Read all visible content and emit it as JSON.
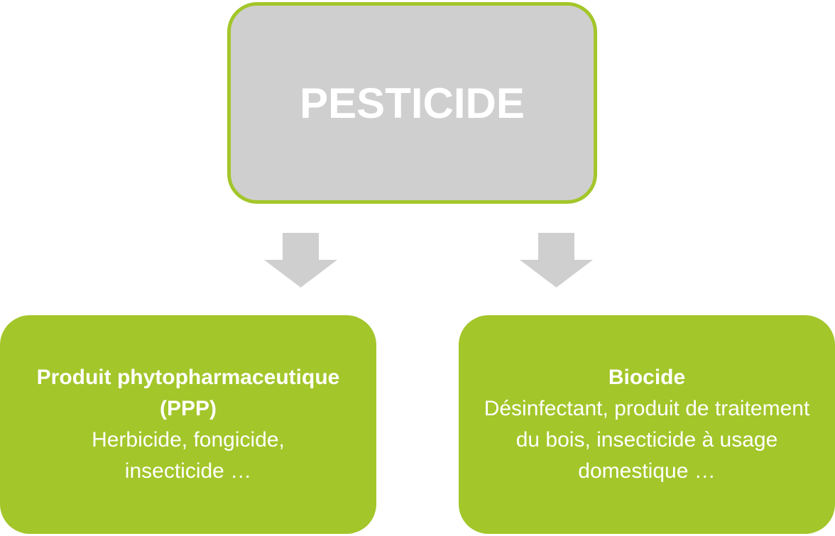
{
  "diagram": {
    "root": {
      "label": "PESTICIDE"
    },
    "children": [
      {
        "title": "Produit phytopharmaceutique (PPP)",
        "description": "Herbicide, fongicide, insecticide …"
      },
      {
        "title": "Biocide",
        "description": "Désinfectant, produit de traitement du bois, insecticide à usage domestique …"
      }
    ]
  },
  "colors": {
    "accent_green": "#a3c62a",
    "root_fill": "#d0cfcf",
    "arrow_fill": "#d0cfcf",
    "text_on_boxes": "#ffffff"
  }
}
